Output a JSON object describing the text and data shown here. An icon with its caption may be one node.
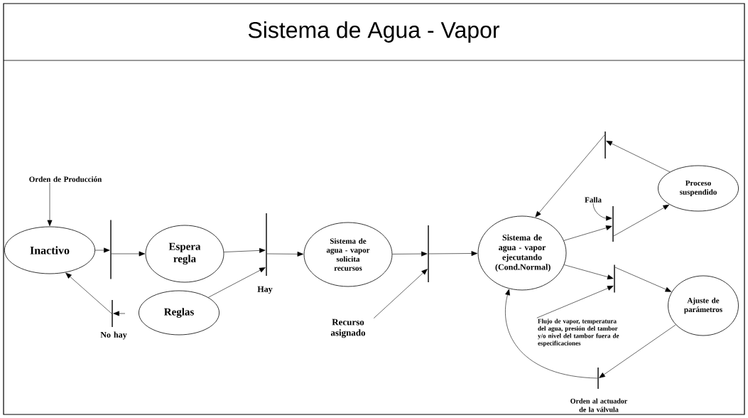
{
  "diagram": {
    "title": "Sistema de Agua  - Vapor",
    "nodes": [
      {
        "text": [
          "Orden de Producción"
        ]
      },
      {
        "text": [
          "Inactivo"
        ]
      },
      {
        "text": [],
        "shape": "bar"
      },
      {
        "text": [
          "Espera regla"
        ]
      },
      {
        "text": [
          "Reglas"
        ]
      },
      {
        "text": [],
        "shape": "bar",
        "beside": [
          "No hay"
        ]
      },
      {
        "text": [],
        "shape": "bar",
        "beside": [
          "Hay"
        ]
      },
      {
        "text": [
          "Sistema de agua - vapor solicita recursos"
        ]
      },
      {
        "text": [
          "Recurso asignado"
        ]
      },
      {
        "text": [],
        "shape": "bar"
      },
      {
        "text": [],
        "shape": "bar"
      },
      {
        "text": [
          "Proceso suspendido"
        ]
      },
      {
        "text": [
          "Falla"
        ]
      },
      {
        "text": [],
        "shape": "bar"
      },
      {
        "text": [
          "Sistema de agua - vapor ejecutando (Cond.Normal)"
        ]
      },
      {
        "text": [],
        "shape": "bar"
      },
      {
        "text": [
          "Ajuste de parámetros"
        ]
      },
      {
        "text": [
          "Flujo de vapor, temperatura del agua, presión del tambor y/o nivel del tambor fuera de especificaciones"
        ]
      },
      {
        "text": [],
        "shape": "bar",
        "beside": [
          "Orden al actuador de la válvula"
        ]
      }
    ],
    "edges": [
      {
        "from": 0,
        "to": 1,
        "arrow": "to"
      },
      {
        "from": 1,
        "to": 2,
        "arrow": "to"
      },
      {
        "from": 2,
        "to": 3,
        "arrow": "to"
      },
      {
        "from": null,
        "to": 5,
        "arrow": "to"
      },
      {
        "from": 5,
        "to": 1,
        "arrow": "to"
      },
      {
        "from": 3,
        "to": 6,
        "arrow": "to"
      },
      {
        "from": 4,
        "to": 6,
        "arrow": "to"
      },
      {
        "from": 6,
        "to": 7,
        "arrow": "to"
      },
      {
        "from": 7,
        "to": 9,
        "arrow": "to"
      },
      {
        "from": 8,
        "to": 9,
        "arrow": "to"
      },
      {
        "from": 9,
        "to": 14,
        "arrow": "to"
      },
      {
        "from": 11,
        "to": 10,
        "arrow": "to"
      },
      {
        "from": 10,
        "to": 14,
        "arrow": "to"
      },
      {
        "from": 14,
        "to": 13,
        "arrow": "to"
      },
      {
        "from": 12,
        "to": 13,
        "arrow": "to"
      },
      {
        "from": 13,
        "to": 11,
        "arrow": "to"
      },
      {
        "from": 14,
        "to": 15,
        "arrow": "to"
      },
      {
        "from": 17,
        "to": 15,
        "arrow": "to"
      },
      {
        "from": 15,
        "to": 16,
        "arrow": "to"
      },
      {
        "from": 16,
        "to": 18,
        "arrow": "to"
      },
      {
        "from": 18,
        "to": 14,
        "arrow": "to"
      }
    ]
  }
}
